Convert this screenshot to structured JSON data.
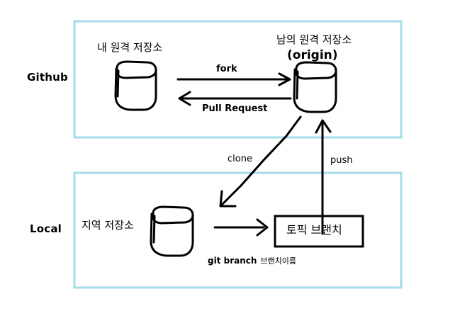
{
  "diagram": {
    "title": "Github fork workflow diagram",
    "colors": {
      "zone_border": "#a5dcea",
      "stroke": "#000000",
      "background": "#ffffff"
    },
    "zones": [
      {
        "id": "github",
        "label": "Github"
      },
      {
        "id": "local",
        "label": "Local"
      }
    ],
    "nodes": {
      "my_remote_repo": {
        "label": "내 원격 저장소",
        "icon": "repository-bucket-icon"
      },
      "origin_remote_repo": {
        "label": "남의 원격 저장소",
        "sublabel": "(origin)",
        "icon": "repository-bucket-icon"
      },
      "local_repo": {
        "label": "지역 저장소",
        "icon": "repository-bucket-icon"
      },
      "topic_branch": {
        "label": "토픽 브랜치"
      }
    },
    "edges": {
      "fork": {
        "label": "fork"
      },
      "pull_request": {
        "label": "Pull Request"
      },
      "clone": {
        "label": "clone"
      },
      "push": {
        "label": "push"
      },
      "git_branch": {
        "label": "git branch",
        "argument": "브랜치이름"
      }
    }
  }
}
